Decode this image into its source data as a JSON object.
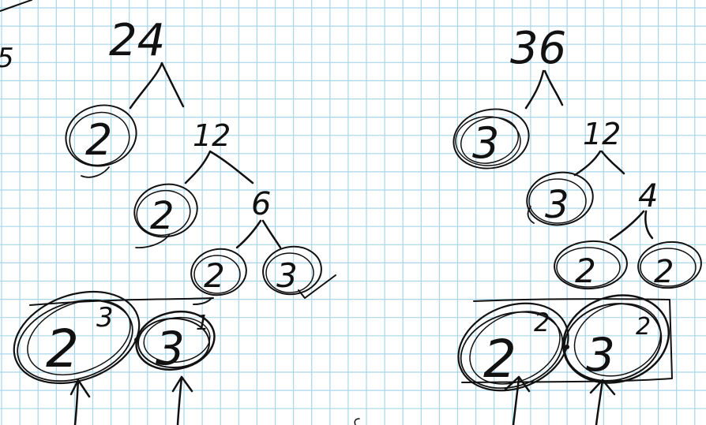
{
  "colors": {
    "paper": "#ffffff",
    "grid": "#a8d6ea",
    "ink": "#111111"
  },
  "margin_marks": {
    "text": "5"
  },
  "left_tree": {
    "root": "24",
    "nodes": [
      {
        "id": "n24",
        "label": "24"
      },
      {
        "id": "n2a",
        "label": "2",
        "circled": true
      },
      {
        "id": "n12",
        "label": "12"
      },
      {
        "id": "n2b",
        "label": "2",
        "circled": true
      },
      {
        "id": "n6",
        "label": "6"
      },
      {
        "id": "n2c",
        "label": "2",
        "circled": true
      },
      {
        "id": "n3a",
        "label": "3",
        "circled": true
      }
    ],
    "result": {
      "base1": "2",
      "exp1": "3",
      "base2": "3",
      "exp2": "1"
    }
  },
  "right_tree": {
    "root": "36",
    "nodes": [
      {
        "id": "m36",
        "label": "36"
      },
      {
        "id": "m3a",
        "label": "3",
        "circled": true
      },
      {
        "id": "m12",
        "label": "12"
      },
      {
        "id": "m3b",
        "label": "3",
        "circled": true
      },
      {
        "id": "m4",
        "label": "4"
      },
      {
        "id": "m2a",
        "label": "2",
        "circled": true
      },
      {
        "id": "m2b",
        "label": "2",
        "circled": true
      }
    ],
    "result": {
      "base1": "2",
      "exp1": "2",
      "base2": "3",
      "exp2": "2"
    }
  }
}
